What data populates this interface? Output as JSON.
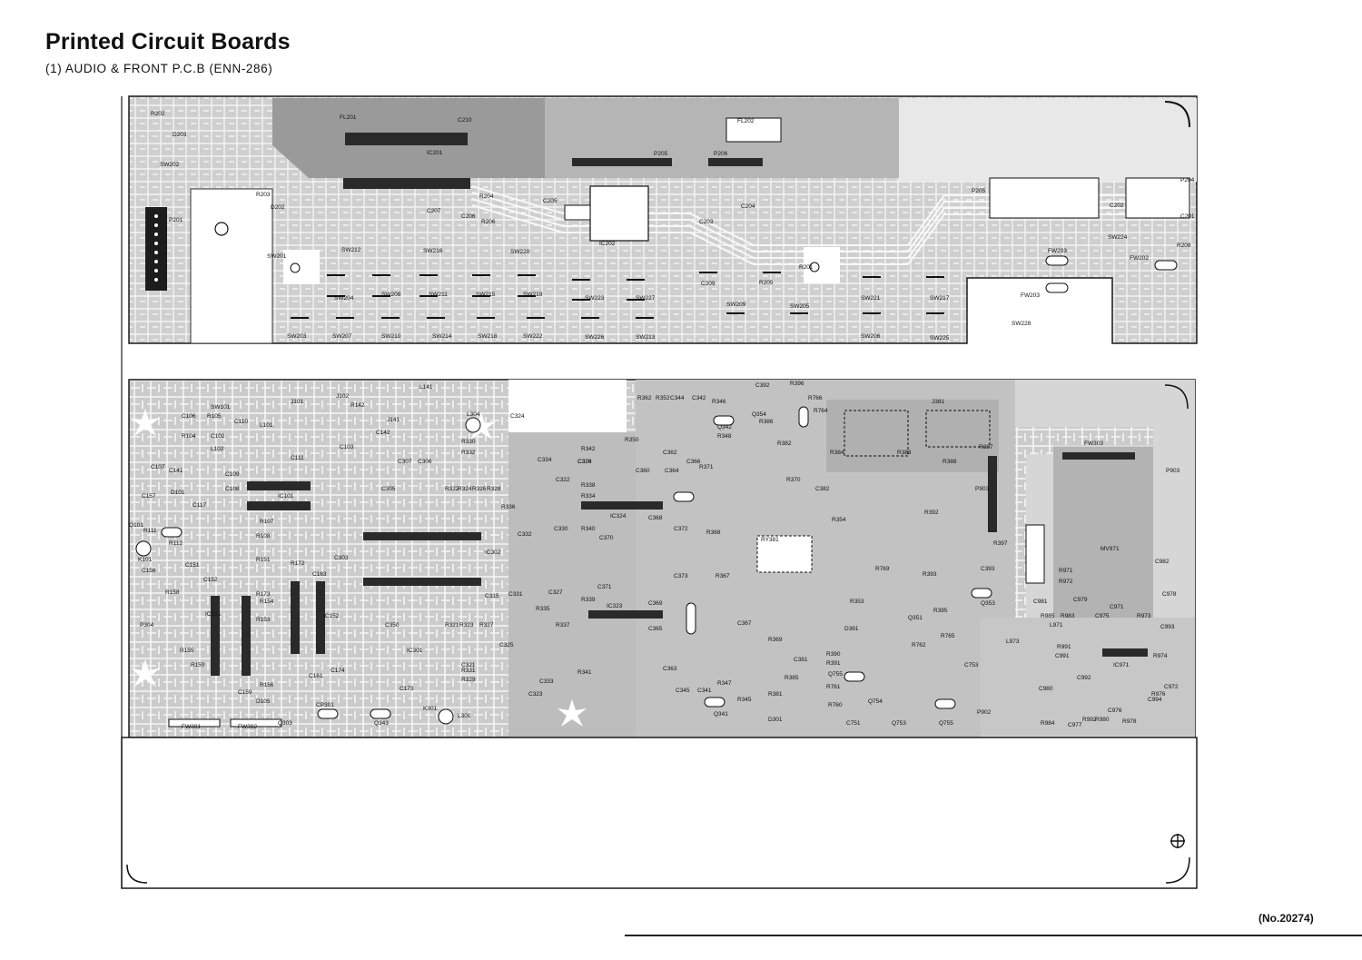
{
  "header": {
    "title": "Printed Circuit Boards",
    "subtitle": "(1) AUDIO & FRONT P.C.B (ENN-286)"
  },
  "footer": {
    "doc_number": "(No.20274)"
  },
  "colors": {
    "board_fill": "#cfcfcf",
    "board_dark": "#8c8c8c",
    "trace": "#f4f4f4",
    "outline": "#1a1a1a"
  },
  "front_board": {
    "components": {
      "r202": "R202",
      "d203": "D203",
      "sw202": "SW202",
      "fl201": "FL201",
      "c210": "C210",
      "ic201": "IC201",
      "p201": "P201",
      "r203": "R203",
      "d202": "D202",
      "sw201": "SW201",
      "sw212": "SW212",
      "sw216": "SW216",
      "c207": "C207",
      "r204": "R204",
      "c206": "C206",
      "r206": "R206",
      "c205": "C205",
      "ic202": "IC202",
      "c203": "C203",
      "c204": "C204",
      "sw220": "SW220",
      "fl202": "FL202",
      "p205a": "P205",
      "p206": "P206",
      "p205b": "P205",
      "p204": "P204",
      "c202": "C202",
      "c201": "C201",
      "sw224": "SW224",
      "r205": "R205",
      "fw203a": "FW203",
      "fw202": "FW202",
      "fw203b": "FW203",
      "sw228": "SW228",
      "r201": "R201",
      "c209": "C209",
      "r208": "R208",
      "sw204": "SW204",
      "sw208": "SW208",
      "sw211": "SW211",
      "sw215": "SW215",
      "sw219": "SW219",
      "sw223": "SW223",
      "sw227": "SW227",
      "sw209": "SW209",
      "sw205": "SW205",
      "sw221": "SW221",
      "sw217": "SW217",
      "sw203": "SW203",
      "sw207": "SW207",
      "sw210": "SW210",
      "sw214": "SW214",
      "sw218": "SW218",
      "sw222": "SW222",
      "sw226": "SW226",
      "sw213": "SW213",
      "sw206": "SW206",
      "sw225": "SW225"
    }
  },
  "audio_board": {
    "components": {
      "j101": "J101",
      "j102": "J102",
      "r142": "R142",
      "l141": "L141",
      "j141": "J141",
      "c142": "C142",
      "sw101": "SW101",
      "c106": "C106",
      "r105": "R105",
      "c110": "C110",
      "l101": "L101",
      "r104": "R104",
      "c102": "C102",
      "l102": "L102",
      "c103": "C103",
      "c107": "C107",
      "c141": "C141",
      "c109": "C109",
      "c108": "C108",
      "c111": "C111",
      "ic101": "IC101",
      "c157": "C157",
      "d101": "D101",
      "c117": "C117",
      "r107": "R107",
      "q101": "Q101",
      "r111": "R111",
      "r112": "R112",
      "r108": "R108",
      "k101": "K101",
      "c156": "C156",
      "r158": "R158",
      "c151": "C151",
      "c152": "C152",
      "r151": "R151",
      "r172": "R172",
      "r154": "R154",
      "r173": "R173",
      "ic151": "IC151",
      "ic152": "IC152",
      "c163": "C163",
      "r153": "R153",
      "p304": "P304",
      "r155": "R155",
      "r159": "R159",
      "c159": "C159",
      "d105": "D105",
      "r156": "R156",
      "c161": "C161",
      "c174": "C174",
      "fw301": "FW301",
      "fw302": "FW302",
      "q303": "Q303",
      "cp301": "CP301",
      "q343": "Q343",
      "c173": "C173",
      "k301": "K301",
      "l301": "L301",
      "c303": "C303",
      "c305": "C305",
      "c307": "C307",
      "c306": "C306",
      "r322": "R322",
      "r326": "R326",
      "r324": "R324",
      "r328": "R328",
      "r330": "R330",
      "r332": "R332",
      "l304": "L304",
      "c324": "C324",
      "c334": "C334",
      "c326": "C326",
      "r336": "R336",
      "c332": "C332",
      "c322": "C322",
      "ic302": "IC302",
      "c315": "C315",
      "c350": "C350",
      "r321": "R321",
      "r323": "R323",
      "r327": "R327",
      "c321": "C321",
      "r329": "R329",
      "r331": "R331",
      "ic301": "IC301",
      "c325": "C325",
      "c333": "C333",
      "c323": "C323",
      "c331": "C331",
      "r335": "R335",
      "c327": "C327",
      "r337": "R337",
      "r339": "R339",
      "ic323": "IC323",
      "c371": "C371",
      "r341": "R341",
      "r342": "R342",
      "c328": "C328",
      "r338": "R338",
      "r334": "R334",
      "c330": "C330",
      "r340": "R340",
      "ic324": "IC324",
      "c370": "C370",
      "c360": "C360",
      "r350": "R350",
      "r352": "R352",
      "r362": "R362",
      "c344": "C344",
      "c342": "C342",
      "c362": "C362",
      "c364": "C364",
      "c368": "C368",
      "c372": "C372",
      "r371": "R371",
      "c366": "C366",
      "r368": "R368",
      "c373": "C373",
      "r367": "R367",
      "c369": "C369",
      "c365": "C365",
      "c363": "C363",
      "c345": "C345",
      "c341": "C341",
      "r347": "R347",
      "q341": "Q341",
      "r345": "R345",
      "r346": "R346",
      "r348": "R348",
      "q342": "Q342",
      "c392": "C392",
      "q354": "Q354",
      "r396": "R396",
      "r766": "R766",
      "r764": "R764",
      "r386": "R386",
      "r382": "R382",
      "r384": "R384",
      "j381": "J381",
      "r383": "R383",
      "r388": "R388",
      "r387": "R387",
      "p903": "P903",
      "r370": "R370",
      "c382": "C382",
      "r354": "R354",
      "r392": "R392",
      "r397": "R397",
      "ry381": "RY381",
      "c367": "C367",
      "r369": "R369",
      "r385": "R385",
      "c381": "C381",
      "r381": "R381",
      "d301": "D301",
      "c393": "C393",
      "r769": "R769",
      "r393": "R393",
      "r353": "R353",
      "q353": "Q353",
      "q351": "Q351",
      "r395": "R395",
      "d381": "D381",
      "r762": "R762",
      "r765": "R765",
      "r390": "R390",
      "c753": "C753",
      "r391": "R391",
      "q755": "Q755",
      "r761": "R761",
      "r760": "R760",
      "q754": "Q754",
      "c751": "C751",
      "q753": "Q753",
      "q755b": "Q755",
      "p902": "P902",
      "fw303": "FW303",
      "p903b": "P903",
      "mv971": "MV971",
      "r971": "R971",
      "r972": "R972",
      "c982": "C982",
      "c981": "C981",
      "c979": "C979",
      "c971": "C971",
      "c975": "C975",
      "r973": "R973",
      "c978": "C978",
      "c993": "C993",
      "r985": "R985",
      "r983": "R983",
      "l971": "L971",
      "l973": "L973",
      "r991": "R991",
      "c991": "C991",
      "ic971": "IC971",
      "r974": "R974",
      "c972": "C972",
      "c994": "C994",
      "c992": "C992",
      "c980": "C980",
      "r976": "R976",
      "r984": "R984",
      "c977": "C977",
      "r992": "R992",
      "c976": "C976",
      "r980": "R980",
      "r978": "R978"
    }
  }
}
